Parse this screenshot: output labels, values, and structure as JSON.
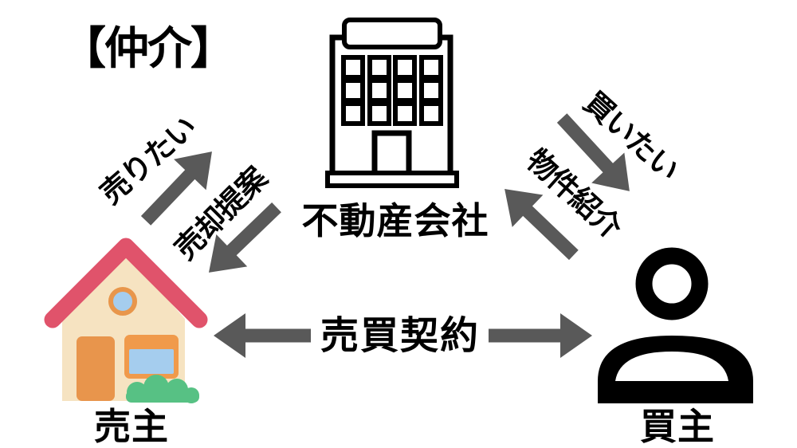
{
  "diagram": {
    "title": "【仲介】",
    "type": "relationship-diagram",
    "background": "#ffffff",
    "colors": {
      "arrow": "#595959",
      "text": "#000000",
      "building_outline": "#000000",
      "house_roof": "#e0536b",
      "house_wall": "#f6e3c1",
      "house_trim_orange": "#e8954c",
      "house_glass_blue": "#a5cdee",
      "house_bush_green": "#57c184",
      "person_black": "#000000"
    },
    "nodes": {
      "company": {
        "label": "不動産会社",
        "icon": "office-building-icon",
        "position": "top-center"
      },
      "seller": {
        "label": "売主",
        "icon": "house-icon",
        "position": "bottom-left"
      },
      "buyer": {
        "label": "買主",
        "icon": "person-icon",
        "position": "bottom-right"
      }
    },
    "edges": {
      "sell_want": {
        "label": "売りたい",
        "from": "seller",
        "to": "company",
        "direction": "up-right"
      },
      "sell_proposal": {
        "label": "売却提案",
        "from": "company",
        "to": "seller",
        "direction": "down-left"
      },
      "buy_want": {
        "label": "買いたい",
        "from": "company",
        "to": "buyer",
        "direction": "down-right"
      },
      "property_intro": {
        "label": "物件紹介",
        "from": "buyer",
        "to": "company",
        "direction": "up-left"
      },
      "contract": {
        "label": "売買契約",
        "between": [
          "seller",
          "buyer"
        ],
        "direction": "both"
      }
    }
  }
}
